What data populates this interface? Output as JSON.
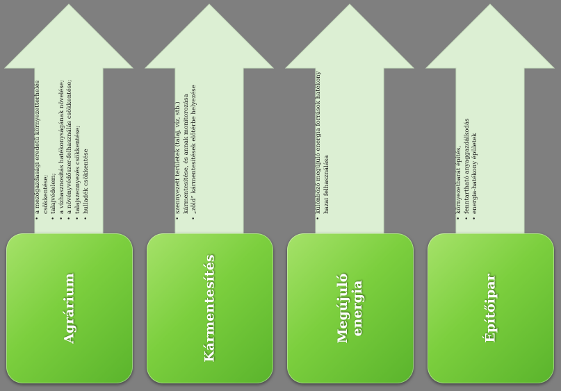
{
  "columns": [
    {
      "title": [
        "Agrárium"
      ],
      "items": [
        "a mezőgazdasági eredetű környezetterhelés csökkentése;",
        "talajvédelem;",
        "a vízhasznosítás hatékonyságának növelése;",
        "a növényvédőszer-felhasználás csökkentése;",
        "talajszennyezés csökkentése;",
        "hulladék csökkentése"
      ]
    },
    {
      "title": [
        "Kármentesítés"
      ],
      "items": [
        "szennyezett területek (talaj, víz, stb.) kármentesítése, és annak monitorozása",
        "„zöld” kármentesítések előtérbe helyezése"
      ]
    },
    {
      "title": [
        "Megújuló",
        "energia"
      ],
      "items": [
        "különböző megújuló energia források hatékony hazai felhasználása"
      ]
    },
    {
      "title": [
        "Építőipar"
      ],
      "items": [
        "környezetbarát építés,",
        "fenntartható anyaggazdálkodás",
        "energia-hatékony épületek"
      ]
    }
  ],
  "colors": {
    "background": "#7f7f7f",
    "arrow_fill": "#dcefd3",
    "box_green": "#7ccf3e"
  }
}
